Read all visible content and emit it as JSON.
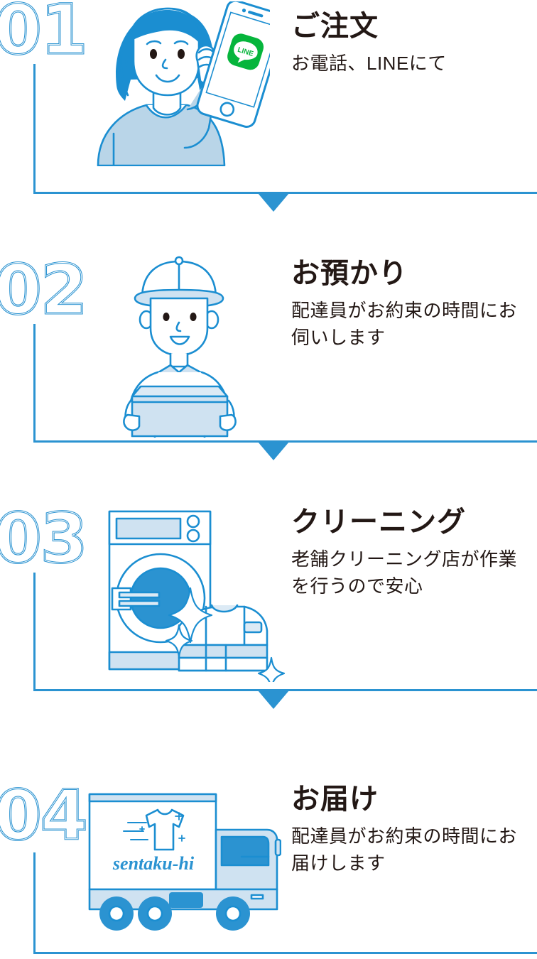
{
  "palette": {
    "accent_blue": "#2b93d1",
    "light_blue_fill": "#b9d5e8",
    "pale_blue_fill": "#d6e6f2",
    "text_dark": "#231815",
    "line_green": "#06b53c",
    "white": "#ffffff"
  },
  "steps": [
    {
      "number": "01",
      "title": "ご注文",
      "description": "お電話、LINEにて",
      "illustration": "woman-on-phone-with-line-app",
      "app_badge_label": "LINE"
    },
    {
      "number": "02",
      "title": "お預かり",
      "description": "配達員がお約束の時間にお伺いします",
      "illustration": "delivery-person-holding-box"
    },
    {
      "number": "03",
      "title": "クリーニング",
      "description": "老舗クリーニング店が作業を行うので安心",
      "illustration": "washing-machine-with-folded-clothes"
    },
    {
      "number": "04",
      "title": "お届け",
      "description": "配達員がお約束の時間にお届けします",
      "illustration": "delivery-truck",
      "truck_brand": "sentaku-hi"
    }
  ]
}
